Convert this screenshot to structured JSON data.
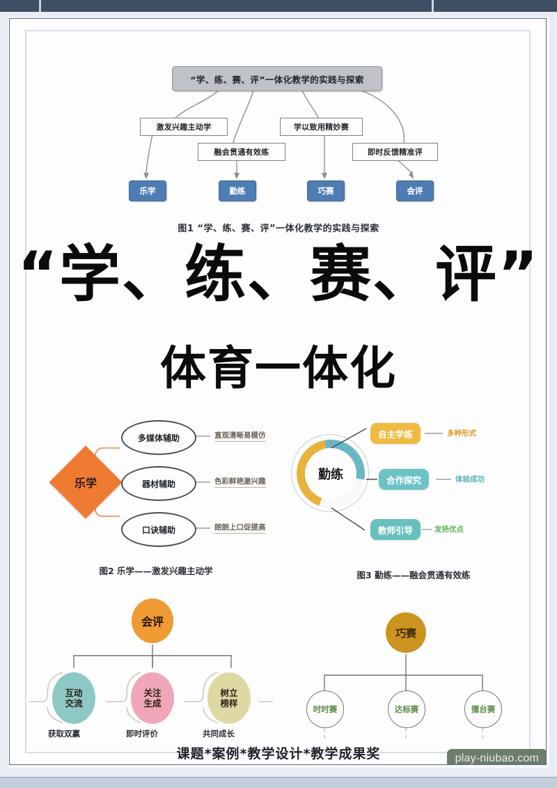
{
  "watermark": {
    "text": "play-niubao.com"
  },
  "hero": {
    "title": "“学、练、赛、评”",
    "subtitle": "体育一体化",
    "footer": "课题*案例*教学设计*教学成果奖"
  },
  "figure1": {
    "caption": "图1  “学、练、赛、评”一体化教学的实践与探索",
    "root": "“学、练、赛、评”一体化教学的实践与探索",
    "labels": [
      "激发兴趣主动学",
      "融会贯通有效练",
      "学以致用精妙赛",
      "即时反馈精准评"
    ],
    "boxes": [
      "乐学",
      "勤练",
      "巧赛",
      "会评"
    ],
    "colors": {
      "root_bg": "#bfc3c7",
      "box_bg": "#4e7db4",
      "box_text": "#ffffff"
    }
  },
  "figure2": {
    "caption": "图2  乐学——激发兴趣主动学",
    "root": "乐学",
    "branches": [
      {
        "node": "多媒体辅助",
        "note": "直观清晰易模仿"
      },
      {
        "node": "器材辅助",
        "note": "色彩鲜艳激兴趣"
      },
      {
        "node": "口诀辅助",
        "note": "朗朗上口促提高"
      }
    ],
    "colors": {
      "diamond": "#ef7a31",
      "oval_border": "#4a4f55",
      "note": "#6a6258"
    }
  },
  "figure3": {
    "caption": "图3  勤练——融会贯通有效练",
    "root": "勤练",
    "branches": [
      {
        "node": "自主学练",
        "note": "多种形式",
        "color": "#f0b93f"
      },
      {
        "node": "合作探究",
        "note": "体验成功",
        "color": "#6cc3c6"
      },
      {
        "node": "教师引导",
        "note": "发扬优点",
        "color": "#67c0bc"
      }
    ],
    "colors": {
      "ring_a": "#e8b33c",
      "ring_b": "#69b7c6"
    }
  },
  "figure4": {
    "root": "会评",
    "branches": [
      {
        "line1": "互动",
        "line2": "交流",
        "note": "获取双赢",
        "color": "#8ec8c4"
      },
      {
        "line1": "关注",
        "line2": "生成",
        "note": "即时评价",
        "color": "#efa6b8"
      },
      {
        "line1": "树立",
        "line2": "榜样",
        "note": "共同成长",
        "color": "#ded9a3"
      }
    ],
    "colors": {
      "root_bg": "#ef9a33"
    }
  },
  "figure5": {
    "root": "巧赛",
    "branches": [
      "时时赛",
      "达标赛",
      "擂台赛"
    ],
    "colors": {
      "root_bg": "#cb9320",
      "circle_text": "#5c8a46"
    }
  }
}
